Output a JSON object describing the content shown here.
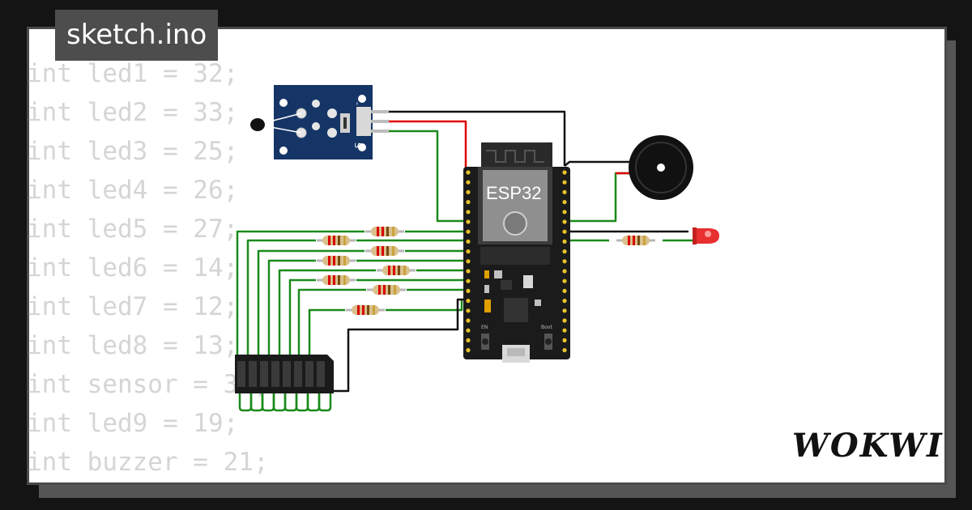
{
  "title_tab": "sketch.ino",
  "code_lines": [
    "int led1 = 32;",
    "int led2 = 33;",
    "int led3 = 25;",
    "int led4 = 26;",
    "int led5 = 27;",
    "int led6 = 14;",
    "int led7 = 12;",
    "int led8 = 13;",
    "int sensor = 35;",
    "int led9 = 19;",
    "int buzzer = 21;"
  ],
  "esp32_label": "ESP32",
  "sensor_pin_labels": {
    "minus": "-",
    "signal": "S"
  },
  "board_button_labels": {
    "en": "EN",
    "boot": "Boot"
  },
  "brand": "WOKWI",
  "colors": {
    "background": "#141414",
    "card": "#ffffff",
    "code_text": "#d5d5d5",
    "wire_green": "#1a8a1a",
    "wire_red": "#e00000",
    "wire_black": "#111111",
    "sensor_board": "#153566",
    "led_red": "#e83030"
  },
  "icons": {
    "led": "red-led-icon",
    "buzzer": "buzzer-icon",
    "thermistor": "thermistor-icon",
    "resistor": "resistor-icon"
  }
}
